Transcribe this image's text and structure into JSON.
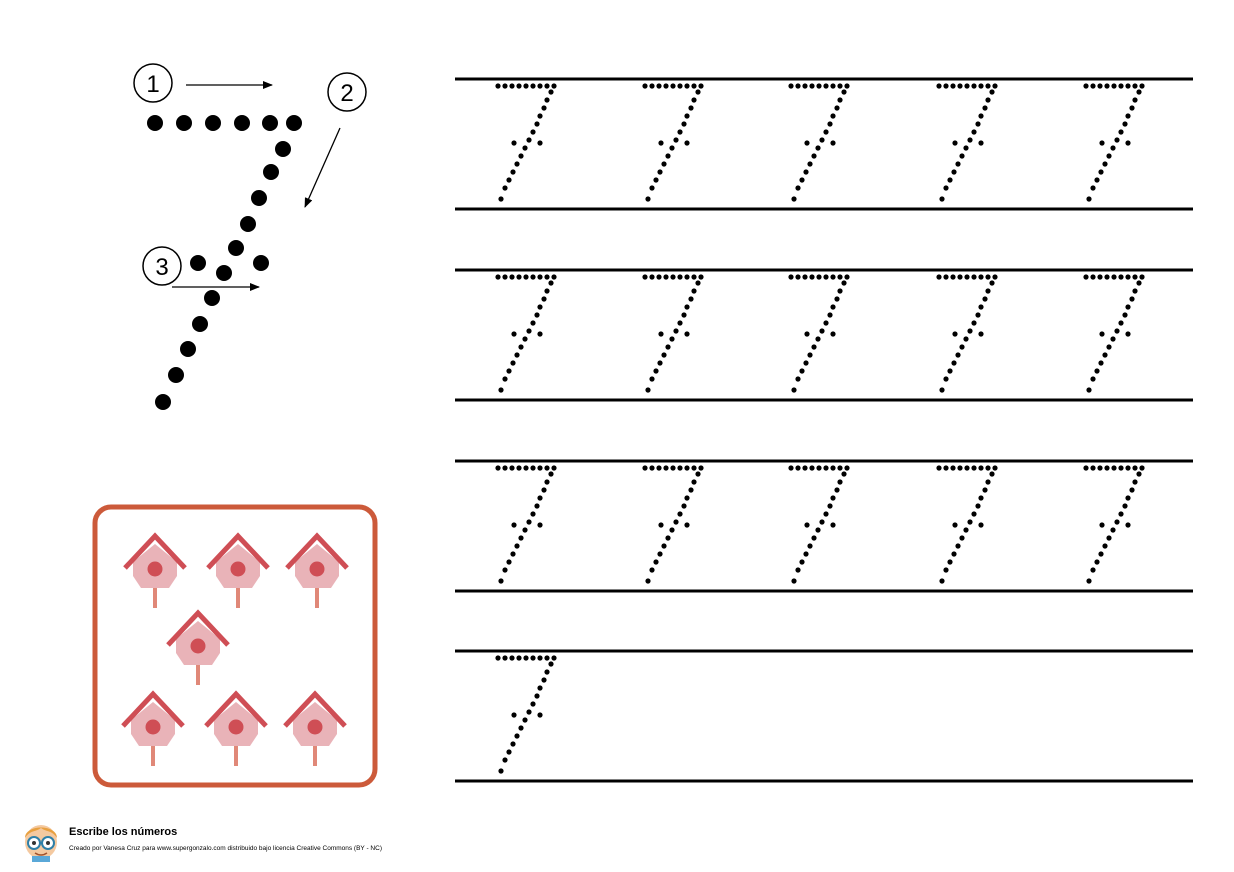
{
  "worksheet": {
    "digit": "7",
    "steps": [
      "1",
      "2",
      "3"
    ],
    "counting_object": "birdhouse-icon",
    "object_count": 7,
    "tracing_rows": [
      {
        "traced_digits": 5
      },
      {
        "traced_digits": 5
      },
      {
        "traced_digits": 5
      },
      {
        "traced_digits": 1
      }
    ]
  },
  "colors": {
    "frame": "#cc5a3a",
    "roof": "#cf4e55",
    "house": "#e9b3b8",
    "hole": "#cf4e55",
    "post": "#e08878",
    "ink": "#000000"
  },
  "footer": {
    "title": "Escribe los números",
    "credit": "Creado por Vanesa Cruz para www.supergonzalo.com distribuido bajo licencia Creative Commons (BY - NC)",
    "mascot_icon": "boy-with-glasses-icon"
  }
}
